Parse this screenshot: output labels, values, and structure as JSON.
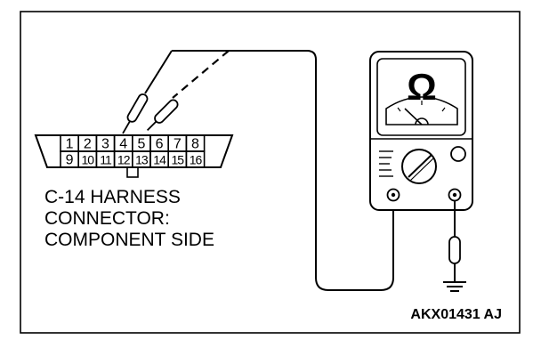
{
  "connector": {
    "pins_top": [
      "1",
      "2",
      "3",
      "4",
      "5",
      "6",
      "7",
      "8"
    ],
    "pins_bottom": [
      "9",
      "10",
      "11",
      "12",
      "13",
      "14",
      "15",
      "16"
    ],
    "caption_lines": [
      "C-14 HARNESS",
      "CONNECTOR:",
      "COMPONENT SIDE"
    ]
  },
  "meter": {
    "symbol": "Ω"
  },
  "figure_code": "AKX01431 AJ"
}
